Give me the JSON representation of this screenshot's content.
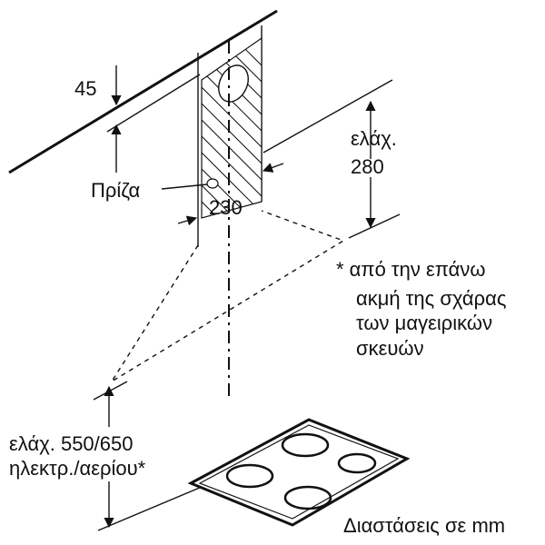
{
  "labels": {
    "ceiling_gap": "45",
    "outlet": "Πρίζα",
    "width": "230",
    "min_top_line1": "ελάχ.",
    "min_top_line2": "280",
    "note_line1": "* από την επάνω",
    "note_line2": "ακμή της σχάρας",
    "note_line3": "των μαγειρικών",
    "note_line4": "σκευών",
    "min_height_line1": "ελάχ. 550/650",
    "min_height_line2": "ηλεκτρ./αερίου*",
    "units_caption": "Διαστάσεις σε mm"
  }
}
